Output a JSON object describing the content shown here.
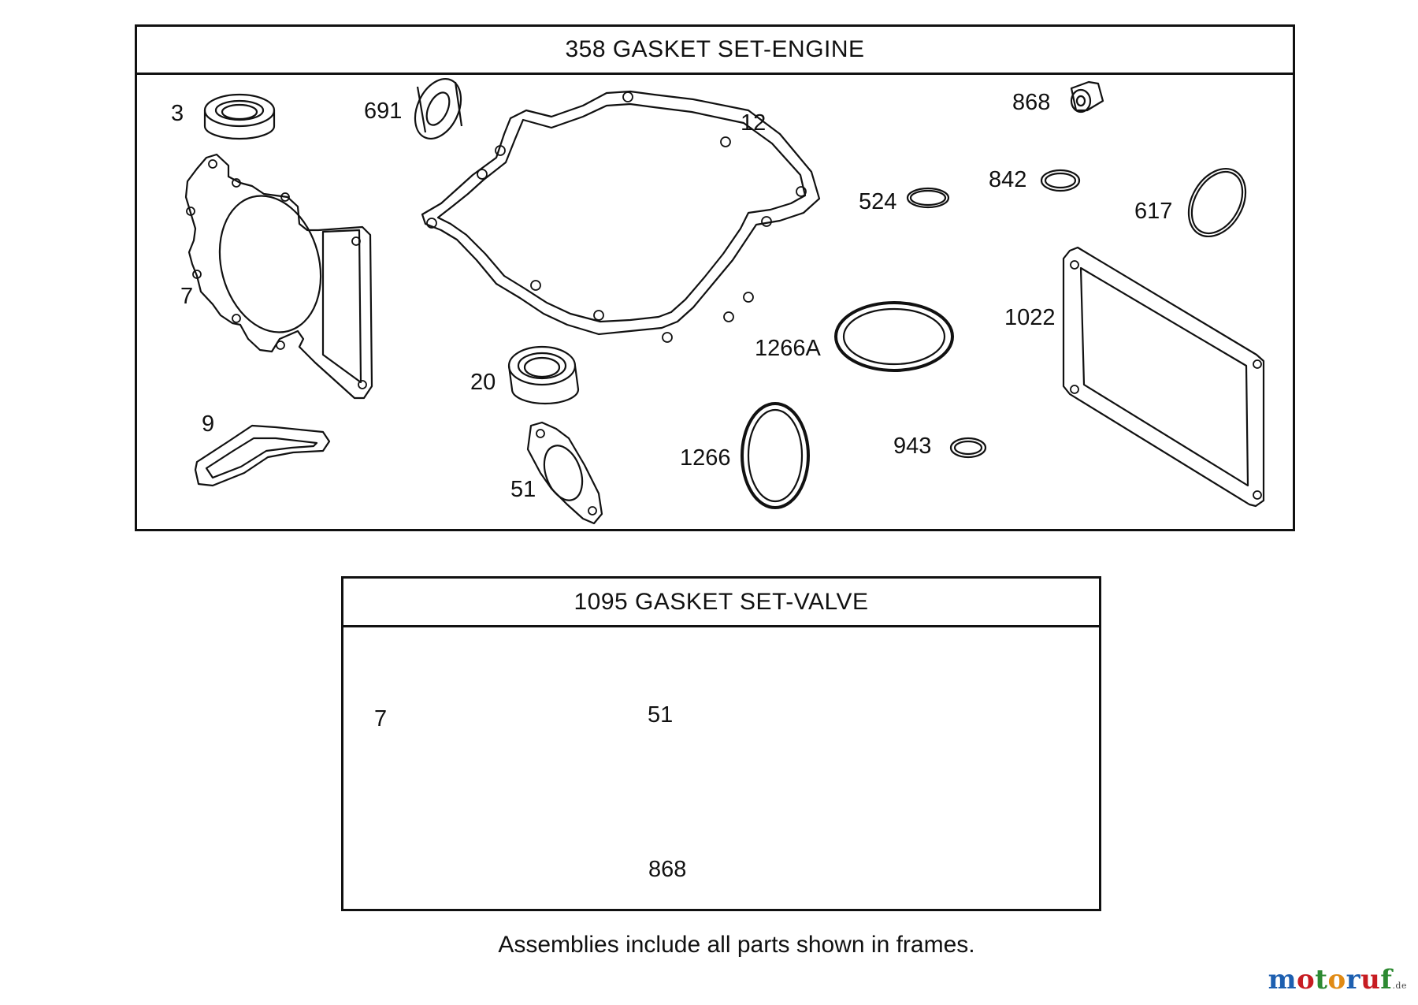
{
  "engine_set": {
    "title": "358 GASKET SET-ENGINE",
    "labels": {
      "p3": "3",
      "p691": "691",
      "p12": "12",
      "p868": "868",
      "p524": "524",
      "p842": "842",
      "p617": "617",
      "p7": "7",
      "p1266a": "1266A",
      "p1022": "1022",
      "p20": "20",
      "p9": "9",
      "p943": "943",
      "p1266": "1266",
      "p51": "51"
    }
  },
  "valve_set": {
    "title": "1095 GASKET SET-VALVE",
    "labels": {
      "p7": "7",
      "p51": "51",
      "p868": "868"
    }
  },
  "footer_note": "Assemblies include all parts shown in frames.",
  "watermark": {
    "name": "motoruf",
    "tld": ".de",
    "colors": [
      "#1d5fb0",
      "#c71c22",
      "#2d8a32",
      "#e08a14"
    ]
  }
}
